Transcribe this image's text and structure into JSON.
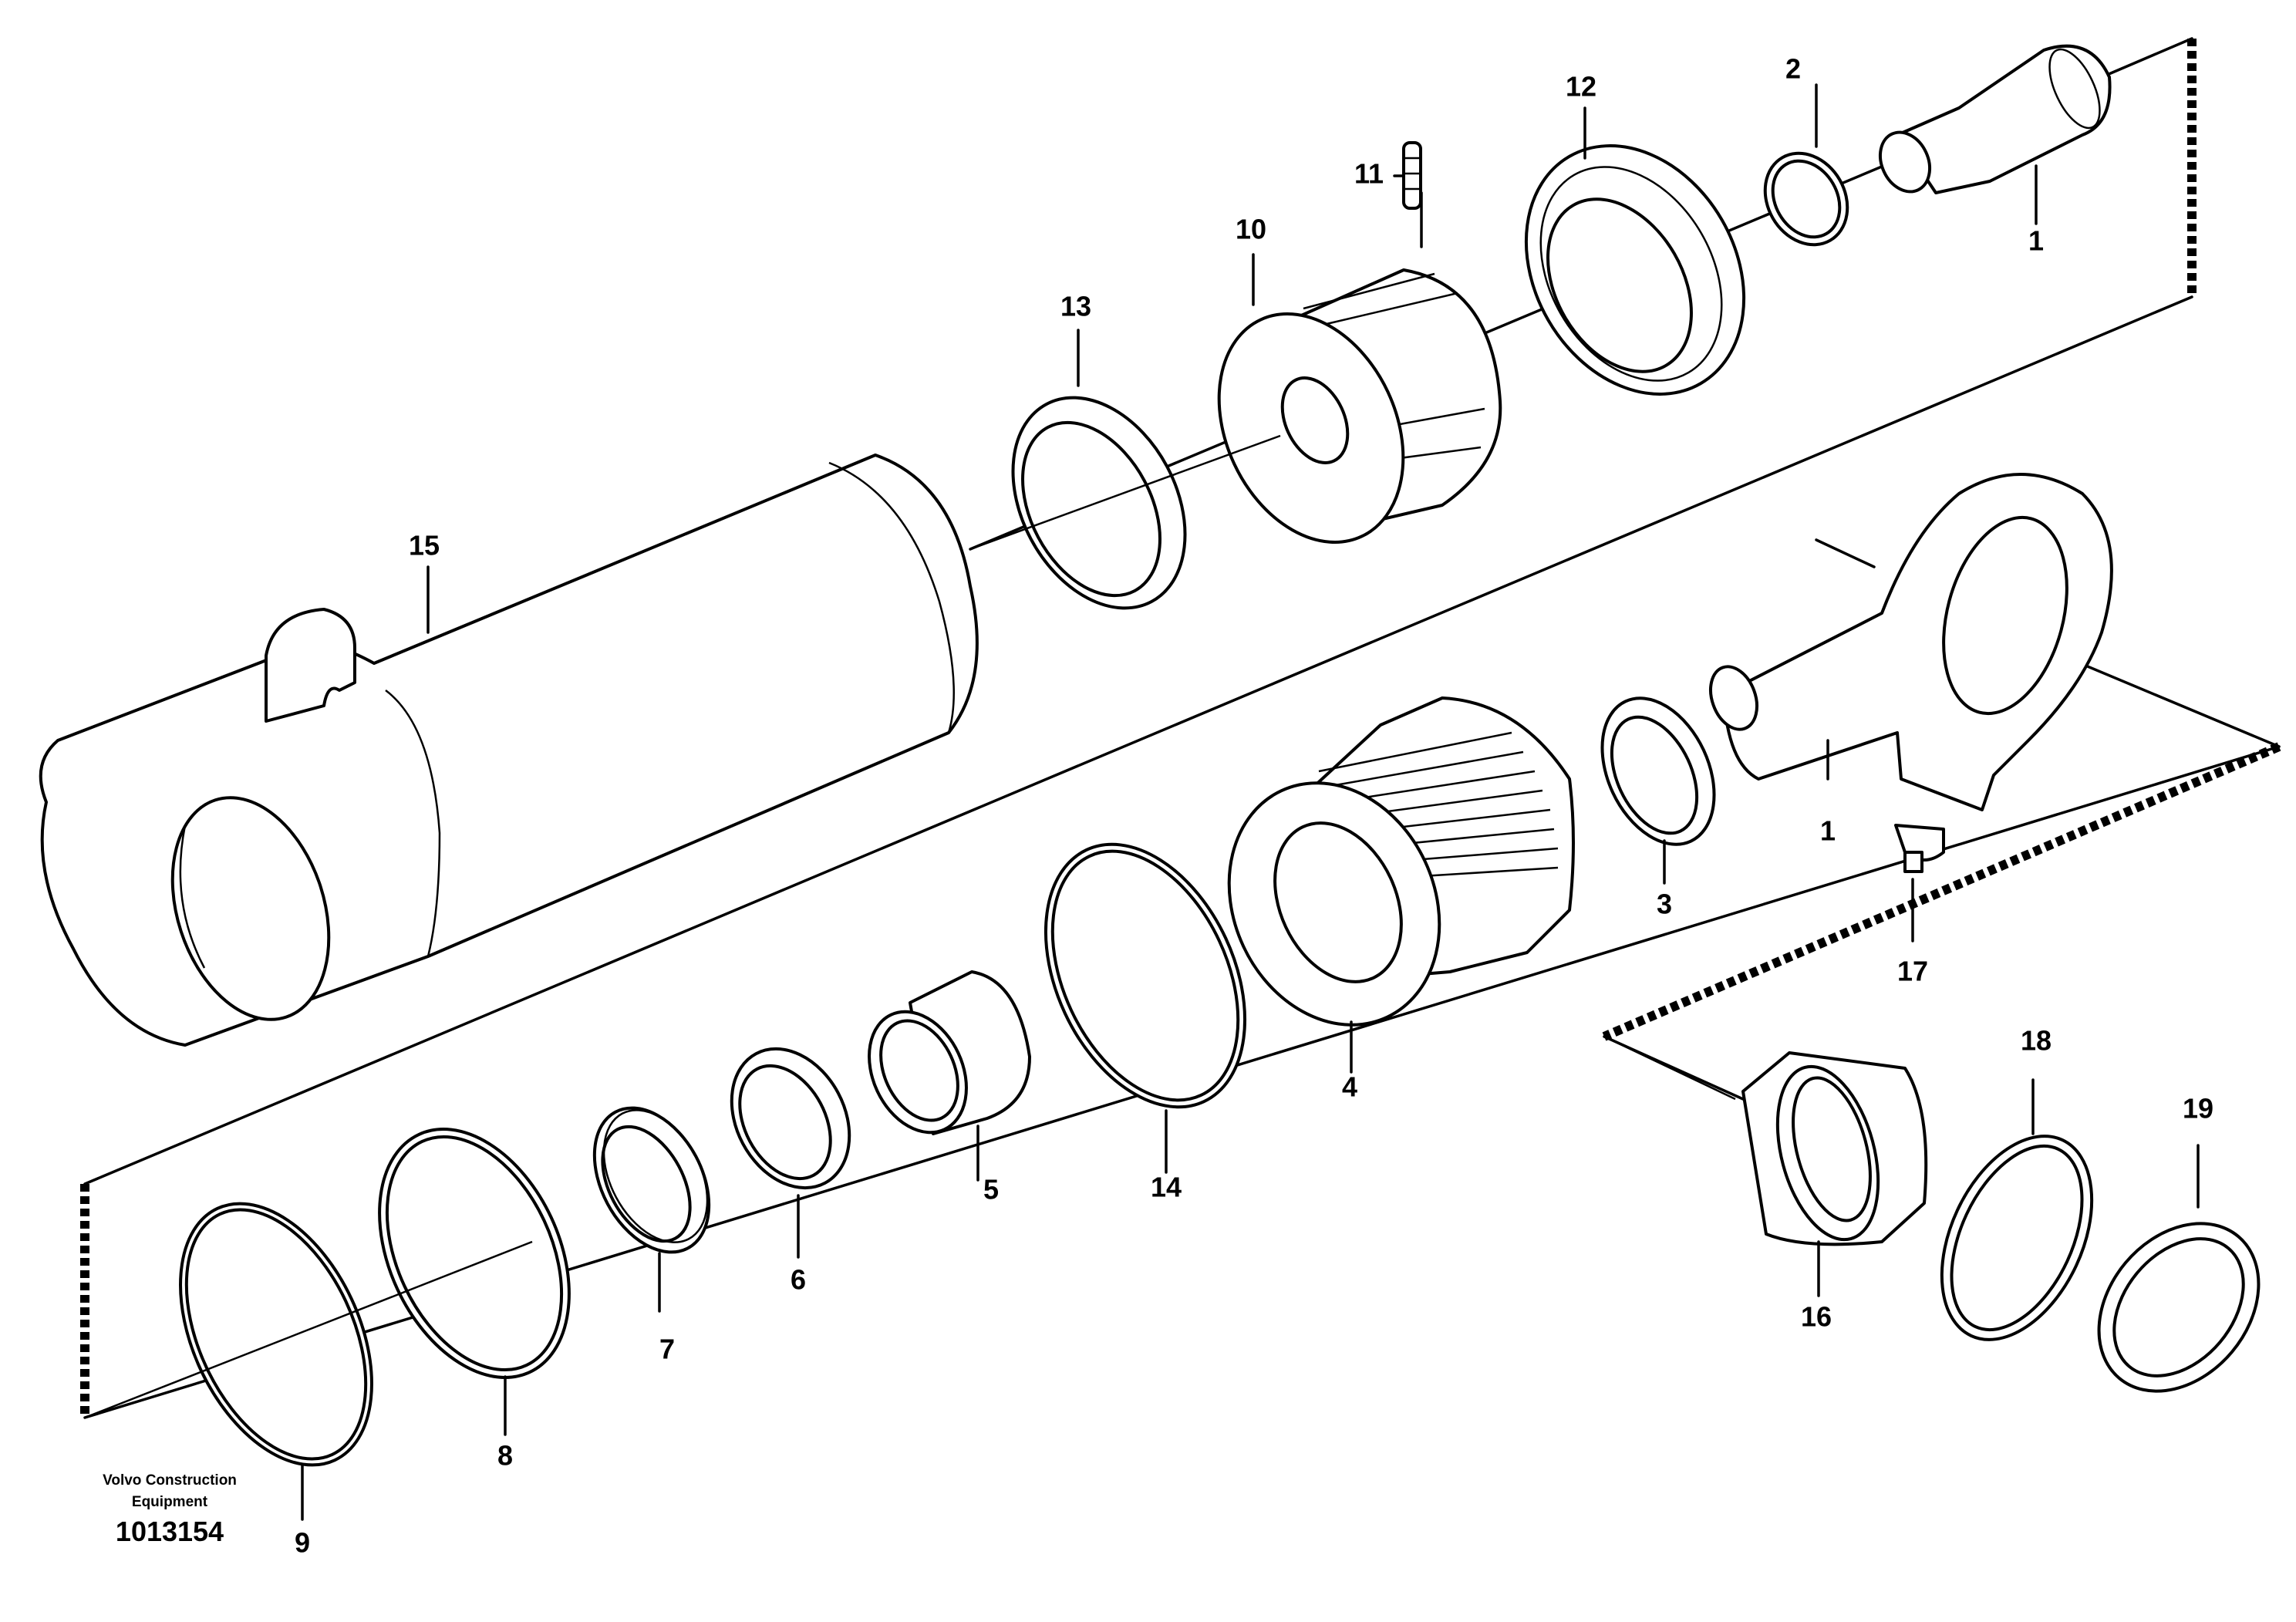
{
  "labels": {
    "l1a": "1",
    "l1b": "1",
    "l2": "2",
    "l3": "3",
    "l4": "4",
    "l5": "5",
    "l6": "6",
    "l7": "7",
    "l8": "8",
    "l9": "9",
    "l10": "10",
    "l11": "11",
    "l12": "12",
    "l13": "13",
    "l14": "14",
    "l15": "15",
    "l16": "16",
    "l17": "17",
    "l18": "18",
    "l19": "19"
  },
  "footer": {
    "company_line1": "Volvo Construction",
    "company_line2": "Equipment",
    "drawing_number": "1013154"
  }
}
